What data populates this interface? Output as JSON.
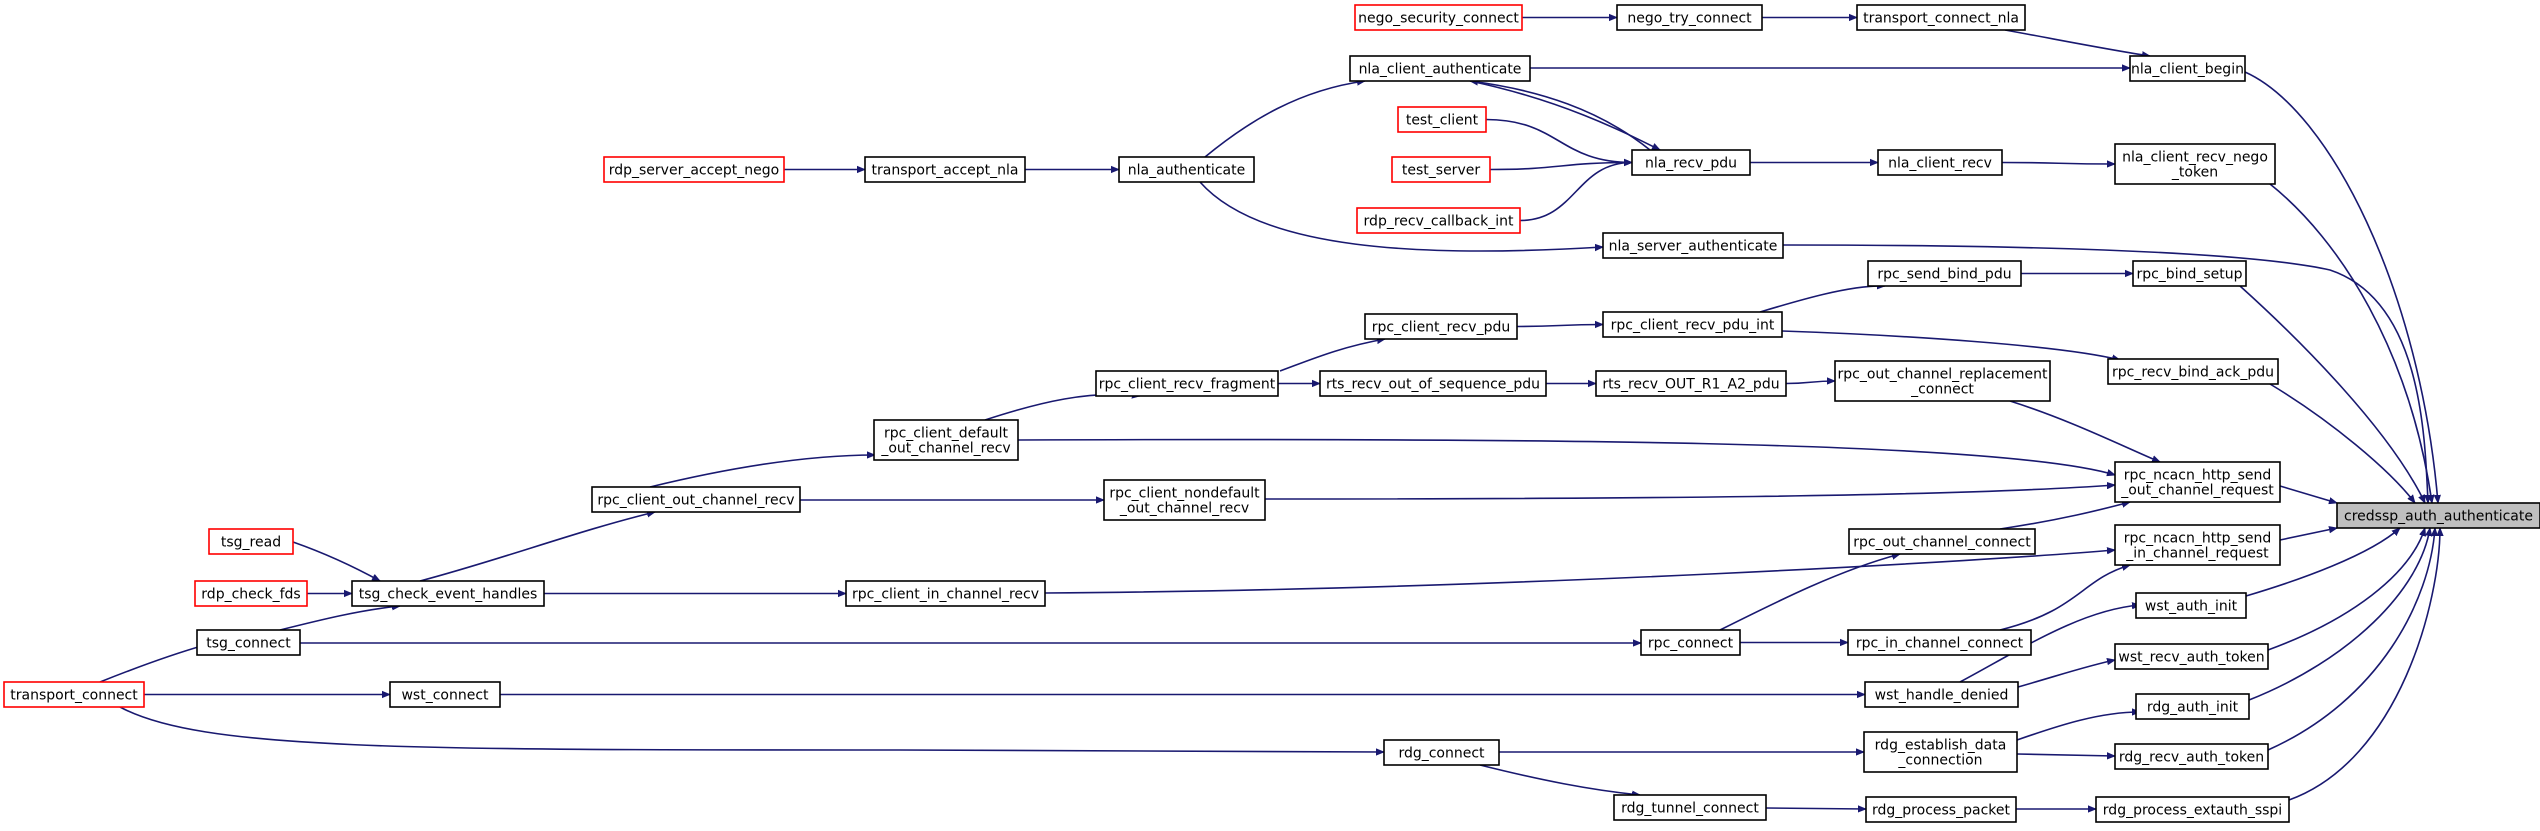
{
  "diagram": {
    "nodes": [
      {
        "id": "credssp_auth_authenticate",
        "lines": [
          "credssp_auth_authenticate"
        ],
        "style": "root"
      },
      {
        "id": "nla_client_begin",
        "lines": [
          "nla_client_begin"
        ],
        "style": "normal"
      },
      {
        "id": "nla_client_recv_nego_token",
        "lines": [
          "nla_client_recv_nego",
          "_token"
        ],
        "style": "normal"
      },
      {
        "id": "nla_server_authenticate",
        "lines": [
          "nla_server_authenticate"
        ],
        "style": "normal"
      },
      {
        "id": "rpc_bind_setup",
        "lines": [
          "rpc_bind_setup"
        ],
        "style": "normal"
      },
      {
        "id": "rpc_recv_bind_ack_pdu",
        "lines": [
          "rpc_recv_bind_ack_pdu"
        ],
        "style": "normal"
      },
      {
        "id": "rpc_ncacn_http_send_out_channel_request",
        "lines": [
          "rpc_ncacn_http_send",
          "_out_channel_request"
        ],
        "style": "normal"
      },
      {
        "id": "rpc_ncacn_http_send_in_channel_request",
        "lines": [
          "rpc_ncacn_http_send",
          "_in_channel_request"
        ],
        "style": "normal"
      },
      {
        "id": "wst_auth_init",
        "lines": [
          "wst_auth_init"
        ],
        "style": "normal"
      },
      {
        "id": "wst_recv_auth_token",
        "lines": [
          "wst_recv_auth_token"
        ],
        "style": "normal"
      },
      {
        "id": "rdg_auth_init",
        "lines": [
          "rdg_auth_init"
        ],
        "style": "normal"
      },
      {
        "id": "rdg_recv_auth_token",
        "lines": [
          "rdg_recv_auth_token"
        ],
        "style": "normal"
      },
      {
        "id": "rdg_process_extauth_sspi",
        "lines": [
          "rdg_process_extauth_sspi"
        ],
        "style": "normal"
      },
      {
        "id": "transport_connect_nla",
        "lines": [
          "transport_connect_nla"
        ],
        "style": "normal"
      },
      {
        "id": "nego_try_connect",
        "lines": [
          "nego_try_connect"
        ],
        "style": "normal"
      },
      {
        "id": "nego_security_connect",
        "lines": [
          "nego_security_connect"
        ],
        "style": "truncated"
      },
      {
        "id": "nla_client_authenticate",
        "lines": [
          "nla_client_authenticate"
        ],
        "style": "normal"
      },
      {
        "id": "nla_authenticate",
        "lines": [
          "nla_authenticate"
        ],
        "style": "normal"
      },
      {
        "id": "transport_accept_nla",
        "lines": [
          "transport_accept_nla"
        ],
        "style": "normal"
      },
      {
        "id": "rdp_server_accept_nego",
        "lines": [
          "rdp_server_accept_nego"
        ],
        "style": "truncated"
      },
      {
        "id": "nla_client_recv",
        "lines": [
          "nla_client_recv"
        ],
        "style": "normal"
      },
      {
        "id": "nla_recv_pdu",
        "lines": [
          "nla_recv_pdu"
        ],
        "style": "normal"
      },
      {
        "id": "test_client",
        "lines": [
          "test_client"
        ],
        "style": "truncated"
      },
      {
        "id": "test_server",
        "lines": [
          "test_server"
        ],
        "style": "truncated"
      },
      {
        "id": "rdp_recv_callback_int",
        "lines": [
          "rdp_recv_callback_int"
        ],
        "style": "truncated"
      },
      {
        "id": "rpc_send_bind_pdu",
        "lines": [
          "rpc_send_bind_pdu"
        ],
        "style": "normal"
      },
      {
        "id": "rpc_client_recv_pdu_int",
        "lines": [
          "rpc_client_recv_pdu_int"
        ],
        "style": "normal"
      },
      {
        "id": "rpc_client_recv_pdu",
        "lines": [
          "rpc_client_recv_pdu"
        ],
        "style": "normal"
      },
      {
        "id": "rpc_client_recv_fragment",
        "lines": [
          "rpc_client_recv_fragment"
        ],
        "style": "normal"
      },
      {
        "id": "rts_recv_out_of_sequence_pdu",
        "lines": [
          "rts_recv_out_of_sequence_pdu"
        ],
        "style": "normal"
      },
      {
        "id": "rts_recv_OUT_R1_A2_pdu",
        "lines": [
          "rts_recv_OUT_R1_A2_pdu"
        ],
        "style": "normal"
      },
      {
        "id": "rpc_out_channel_replacement_connect",
        "lines": [
          "rpc_out_channel_replacement",
          "_connect"
        ],
        "style": "normal"
      },
      {
        "id": "rpc_client_default_out_channel_recv",
        "lines": [
          "rpc_client_default",
          "_out_channel_recv"
        ],
        "style": "normal"
      },
      {
        "id": "rpc_client_out_channel_recv",
        "lines": [
          "rpc_client_out_channel_recv"
        ],
        "style": "normal"
      },
      {
        "id": "rpc_client_nondefault_out_channel_recv",
        "lines": [
          "rpc_client_nondefault",
          "_out_channel_recv"
        ],
        "style": "normal"
      },
      {
        "id": "rpc_out_channel_connect",
        "lines": [
          "rpc_out_channel_connect"
        ],
        "style": "normal"
      },
      {
        "id": "rpc_connect",
        "lines": [
          "rpc_connect"
        ],
        "style": "normal"
      },
      {
        "id": "rpc_in_channel_connect",
        "lines": [
          "rpc_in_channel_connect"
        ],
        "style": "normal"
      },
      {
        "id": "rpc_client_in_channel_recv",
        "lines": [
          "rpc_client_in_channel_recv"
        ],
        "style": "normal"
      },
      {
        "id": "tsg_check_event_handles",
        "lines": [
          "tsg_check_event_handles"
        ],
        "style": "normal"
      },
      {
        "id": "tsg_read",
        "lines": [
          "tsg_read"
        ],
        "style": "truncated"
      },
      {
        "id": "rdp_check_fds",
        "lines": [
          "rdp_check_fds"
        ],
        "style": "truncated"
      },
      {
        "id": "tsg_connect",
        "lines": [
          "tsg_connect"
        ],
        "style": "normal"
      },
      {
        "id": "transport_connect",
        "lines": [
          "transport_connect"
        ],
        "style": "truncated"
      },
      {
        "id": "wst_connect",
        "lines": [
          "wst_connect"
        ],
        "style": "normal"
      },
      {
        "id": "wst_handle_denied",
        "lines": [
          "wst_handle_denied"
        ],
        "style": "normal"
      },
      {
        "id": "rdg_connect",
        "lines": [
          "rdg_connect"
        ],
        "style": "normal"
      },
      {
        "id": "rdg_establish_data_connection",
        "lines": [
          "rdg_establish_data",
          "_connection"
        ],
        "style": "normal"
      },
      {
        "id": "rdg_tunnel_connect",
        "lines": [
          "rdg_tunnel_connect"
        ],
        "style": "normal"
      },
      {
        "id": "rdg_process_packet",
        "lines": [
          "rdg_process_packet"
        ],
        "style": "normal"
      }
    ],
    "edges": [
      [
        "nla_client_begin",
        "credssp_auth_authenticate"
      ],
      [
        "nla_client_recv_nego_token",
        "credssp_auth_authenticate"
      ],
      [
        "nla_server_authenticate",
        "credssp_auth_authenticate"
      ],
      [
        "rpc_bind_setup",
        "credssp_auth_authenticate"
      ],
      [
        "rpc_recv_bind_ack_pdu",
        "credssp_auth_authenticate"
      ],
      [
        "rpc_ncacn_http_send_out_channel_request",
        "credssp_auth_authenticate"
      ],
      [
        "rpc_ncacn_http_send_in_channel_request",
        "credssp_auth_authenticate"
      ],
      [
        "wst_auth_init",
        "credssp_auth_authenticate"
      ],
      [
        "wst_recv_auth_token",
        "credssp_auth_authenticate"
      ],
      [
        "rdg_auth_init",
        "credssp_auth_authenticate"
      ],
      [
        "rdg_recv_auth_token",
        "credssp_auth_authenticate"
      ],
      [
        "rdg_process_extauth_sspi",
        "credssp_auth_authenticate"
      ],
      [
        "transport_connect_nla",
        "nla_client_begin"
      ],
      [
        "nla_client_authenticate",
        "nla_client_begin"
      ],
      [
        "nego_try_connect",
        "transport_connect_nla"
      ],
      [
        "nego_security_connect",
        "nego_try_connect"
      ],
      [
        "nla_authenticate",
        "nla_client_authenticate"
      ],
      [
        "nla_recv_pdu",
        "nla_client_authenticate"
      ],
      [
        "transport_accept_nla",
        "nla_authenticate"
      ],
      [
        "rdp_server_accept_nego",
        "transport_accept_nla"
      ],
      [
        "nla_client_recv",
        "nla_client_recv_nego_token"
      ],
      [
        "nla_recv_pdu",
        "nla_client_recv"
      ],
      [
        "nla_client_authenticate",
        "nla_recv_pdu"
      ],
      [
        "test_client",
        "nla_recv_pdu"
      ],
      [
        "test_server",
        "nla_recv_pdu"
      ],
      [
        "rdp_recv_callback_int",
        "nla_recv_pdu"
      ],
      [
        "nla_authenticate",
        "nla_server_authenticate"
      ],
      [
        "rpc_send_bind_pdu",
        "rpc_bind_setup"
      ],
      [
        "rpc_client_recv_pdu_int",
        "rpc_send_bind_pdu"
      ],
      [
        "rpc_client_recv_pdu",
        "rpc_client_recv_pdu_int"
      ],
      [
        "rpc_client_recv_fragment",
        "rpc_client_recv_pdu"
      ],
      [
        "rpc_client_recv_pdu_int",
        "rpc_recv_bind_ack_pdu"
      ],
      [
        "rts_recv_out_of_sequence_pdu",
        "rts_recv_OUT_R1_A2_pdu"
      ],
      [
        "rpc_client_recv_fragment",
        "rts_recv_out_of_sequence_pdu"
      ],
      [
        "rts_recv_OUT_R1_A2_pdu",
        "rpc_out_channel_replacement_connect"
      ],
      [
        "rpc_out_channel_replacement_connect",
        "rpc_ncacn_http_send_out_channel_request"
      ],
      [
        "rpc_client_default_out_channel_recv",
        "rpc_ncacn_http_send_out_channel_request"
      ],
      [
        "rpc_client_nondefault_out_channel_recv",
        "rpc_ncacn_http_send_out_channel_request"
      ],
      [
        "rpc_out_channel_connect",
        "rpc_ncacn_http_send_out_channel_request"
      ],
      [
        "rpc_client_default_out_channel_recv",
        "rpc_client_recv_fragment"
      ],
      [
        "rpc_client_out_channel_recv",
        "rpc_client_default_out_channel_recv"
      ],
      [
        "rpc_client_out_channel_recv",
        "rpc_client_nondefault_out_channel_recv"
      ],
      [
        "tsg_check_event_handles",
        "rpc_client_out_channel_recv"
      ],
      [
        "rpc_connect",
        "rpc_out_channel_connect"
      ],
      [
        "rpc_in_channel_connect",
        "rpc_ncacn_http_send_in_channel_request"
      ],
      [
        "rpc_client_in_channel_recv",
        "rpc_ncacn_http_send_in_channel_request"
      ],
      [
        "rpc_connect",
        "rpc_in_channel_connect"
      ],
      [
        "tsg_check_event_handles",
        "rpc_client_in_channel_recv"
      ],
      [
        "tsg_read",
        "tsg_check_event_handles"
      ],
      [
        "rdp_check_fds",
        "tsg_check_event_handles"
      ],
      [
        "tsg_connect",
        "tsg_check_event_handles"
      ],
      [
        "tsg_connect",
        "rpc_connect"
      ],
      [
        "transport_connect",
        "tsg_connect"
      ],
      [
        "wst_handle_denied",
        "wst_auth_init"
      ],
      [
        "wst_handle_denied",
        "wst_recv_auth_token"
      ],
      [
        "wst_connect",
        "wst_handle_denied"
      ],
      [
        "transport_connect",
        "wst_connect"
      ],
      [
        "rdg_establish_data_connection",
        "rdg_auth_init"
      ],
      [
        "rdg_establish_data_connection",
        "rdg_recv_auth_token"
      ],
      [
        "rdg_connect",
        "rdg_establish_data_connection"
      ],
      [
        "transport_connect",
        "rdg_connect"
      ],
      [
        "rdg_connect",
        "rdg_tunnel_connect"
      ],
      [
        "rdg_tunnel_connect",
        "rdg_process_packet"
      ],
      [
        "rdg_process_packet",
        "rdg_process_extauth_sspi"
      ]
    ]
  }
}
